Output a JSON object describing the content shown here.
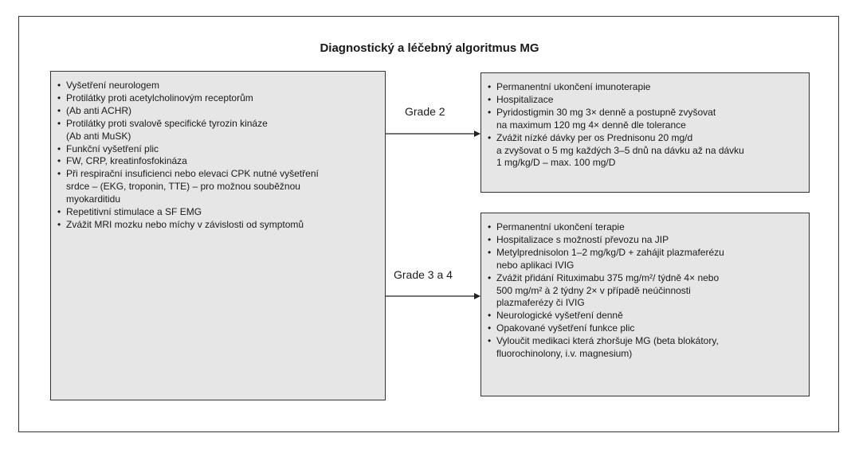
{
  "title": "Diagnostický a léčebný algoritmus MG",
  "left_items": [
    [
      "Vyšetření neurologem"
    ],
    [
      "Protilátky proti acetylcholinovým receptorům"
    ],
    [
      " (Ab anti ACHR)"
    ],
    [
      "Protilátky proti svalově specifické tyrozin kináze",
      "(Ab anti MuSK)"
    ],
    [
      "Funkční vyšetření plic"
    ],
    [
      "FW, CRP, kreatinfosfokináza"
    ],
    [
      "Při respirační insuficienci nebo elevaci CPK nutné vyšetření",
      "srdce – (EKG, troponin, TTE) – pro možnou souběžnou",
      "myokarditidu"
    ],
    [
      "Repetitivní stimulace a SF EMG"
    ],
    [
      "Zvážit MRI mozku nebo míchy v závislosti od symptomů"
    ]
  ],
  "grade2": {
    "label": "Grade 2",
    "items": [
      [
        "Permanentní ukončení imunoterapie"
      ],
      [
        "Hospitalizace"
      ],
      [
        "Pyridostigmin 30 mg 3× denně a postupně zvyšovat",
        "na maximum 120 mg 4× denně dle tolerance"
      ],
      [
        "Zvážit nízké dávky per os Prednisonu 20 mg/d",
        "a zvyšovat o 5 mg každých 3–5 dnů na dávku až na dávku",
        "1 mg/kg/D – max. 100 mg/D"
      ]
    ]
  },
  "grade34": {
    "label": "Grade 3 a  4",
    "items": [
      [
        "Permanentní ukončení terapie"
      ],
      [
        "Hospitalizace s možností převozu na JIP"
      ],
      [
        "Metylprednisolon 1–2 mg/kg/D + zahájit plazmaferézu",
        "nebo aplikaci IVIG"
      ],
      [
        "Zvážit přidání Rituximabu 375 mg/m²/ týdně 4× nebo",
        "500 mg/m² à 2 týdny 2× v případě neúčinnosti",
        "plazmaferézy či IVIG"
      ],
      [
        "Neurologické vyšetření denně"
      ],
      [
        "Opakované vyšetření funkce plic"
      ],
      [
        "Vyloučit medikaci která zhoršuje MG (beta blokátory,",
        "fluorochinolony, i.v. magnesium)"
      ]
    ]
  }
}
